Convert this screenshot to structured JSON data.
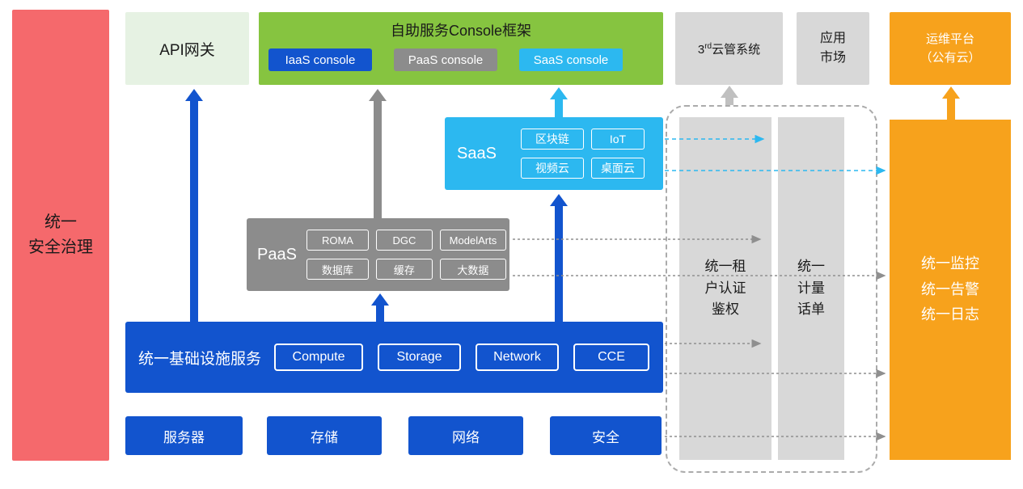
{
  "colors": {
    "red": "#F5696C",
    "pale_green": "#E6F2E3",
    "green": "#86C440",
    "blue": "#1254CE",
    "gray": "#8C8C8C",
    "light_gray": "#D8D8D8",
    "cyan": "#2CB8F0",
    "orange": "#F7A21C"
  },
  "security_bar": {
    "label": "统一\n安全治理"
  },
  "api_gateway": {
    "label": "API网关"
  },
  "console_frame": {
    "title": "自助服务Console框架",
    "consoles": [
      {
        "label": "IaaS console"
      },
      {
        "label": "PaaS console"
      },
      {
        "label": "SaaS console"
      }
    ]
  },
  "third_party_cloud": {
    "pre": "3",
    "sup": "rd",
    "post": "云管系统"
  },
  "app_market": {
    "label": "应用\n市场"
  },
  "ops_platform": {
    "label": "运维平台\n（公有云）"
  },
  "saas": {
    "label": "SaaS",
    "items": [
      "区块链",
      "IoT",
      "视频云",
      "桌面云"
    ]
  },
  "paas": {
    "label": "PaaS",
    "items": [
      "ROMA",
      "DGC",
      "ModelArts",
      "数据库",
      "缓存",
      "大数据"
    ]
  },
  "infra": {
    "label": "统一基础设施服务",
    "items": [
      "Compute",
      "Storage",
      "Network",
      "CCE"
    ]
  },
  "hardware": {
    "items": [
      "服务器",
      "存储",
      "网络",
      "安全"
    ]
  },
  "auth_bar": {
    "label": "统一租\n户认证\n鉴权"
  },
  "metering_bar": {
    "label": "统一\n计量\n话单"
  },
  "monitoring_bar": {
    "label": "统一监控\n统一告警\n统一日志"
  }
}
